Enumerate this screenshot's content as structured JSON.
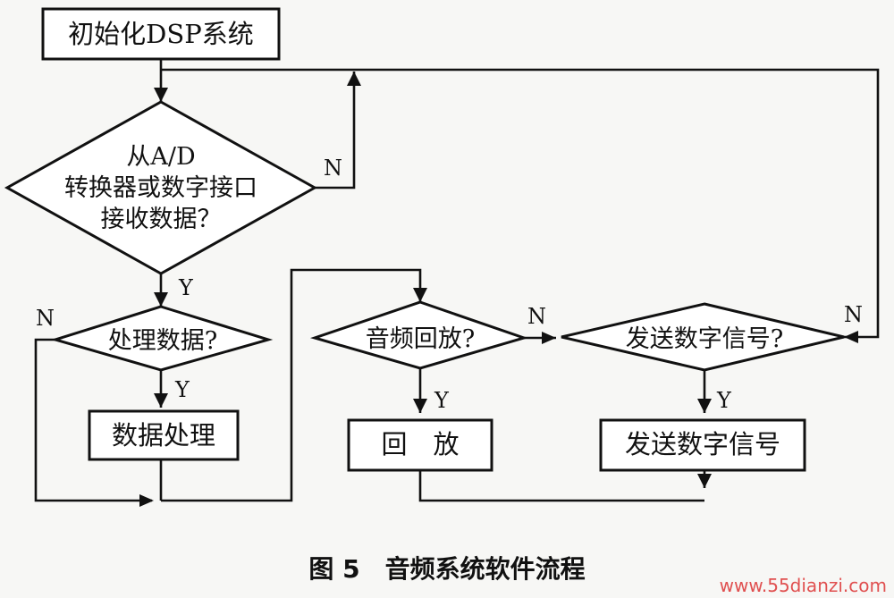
{
  "diagram": {
    "init": "初始化DSP系统",
    "receive_q1": "从A/D",
    "receive_q2": "转换器或数字接口",
    "receive_q3": "接收数据？",
    "process_q": "处理数据?",
    "process_box": "数据处理",
    "playback_q": "音频回放?",
    "playback_box": "回　放",
    "send_q": "发送数字信号?",
    "send_box": "发送数字信号",
    "yes": "Y",
    "no": "N"
  },
  "caption": "图 5　音频系统软件流程",
  "watermark": {
    "site": "www.55dianzi.com"
  }
}
